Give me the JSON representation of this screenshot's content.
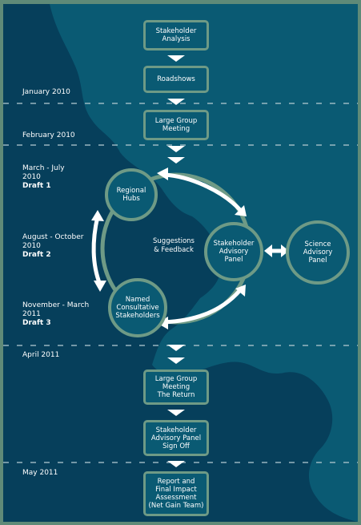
{
  "timeline": {
    "jan": "January 2010",
    "feb": "February 2010",
    "mar_jul": "March - July 2010",
    "draft1": "Draft 1",
    "aug_oct": "August - October 2010",
    "draft2": "Draft 2",
    "nov_mar": "November - March 2011",
    "draft3": "Draft 3",
    "apr": "April 2011",
    "may": "May 2011"
  },
  "steps": {
    "stakeholder_analysis": "Stakeholder\nAnalysis",
    "roadshows": "Roadshows",
    "large_group": "Large Group\nMeeting",
    "large_group_return": "Large Group\nMeeting\nThe Return",
    "advisory_signoff": "Stakeholder\nAdvisory Panel\nSign Off",
    "report": "Report and\nFinal Impact\nAssessment\n(Net Gain Team)"
  },
  "cycle": {
    "regional_hubs": "Regional\nHubs",
    "stakeholder_panel": "Stakeholder\nAdvisory\nPanel",
    "named_stakeholders": "Named\nConsultative\nStakeholders",
    "science_panel": "Science\nAdvisory\nPanel",
    "center": "Suggestions\n& Feedback"
  },
  "colors": {
    "sea": "#0a5a73",
    "land": "#063f5b",
    "frame": "#5f8a78",
    "border": "#6e9a86"
  }
}
